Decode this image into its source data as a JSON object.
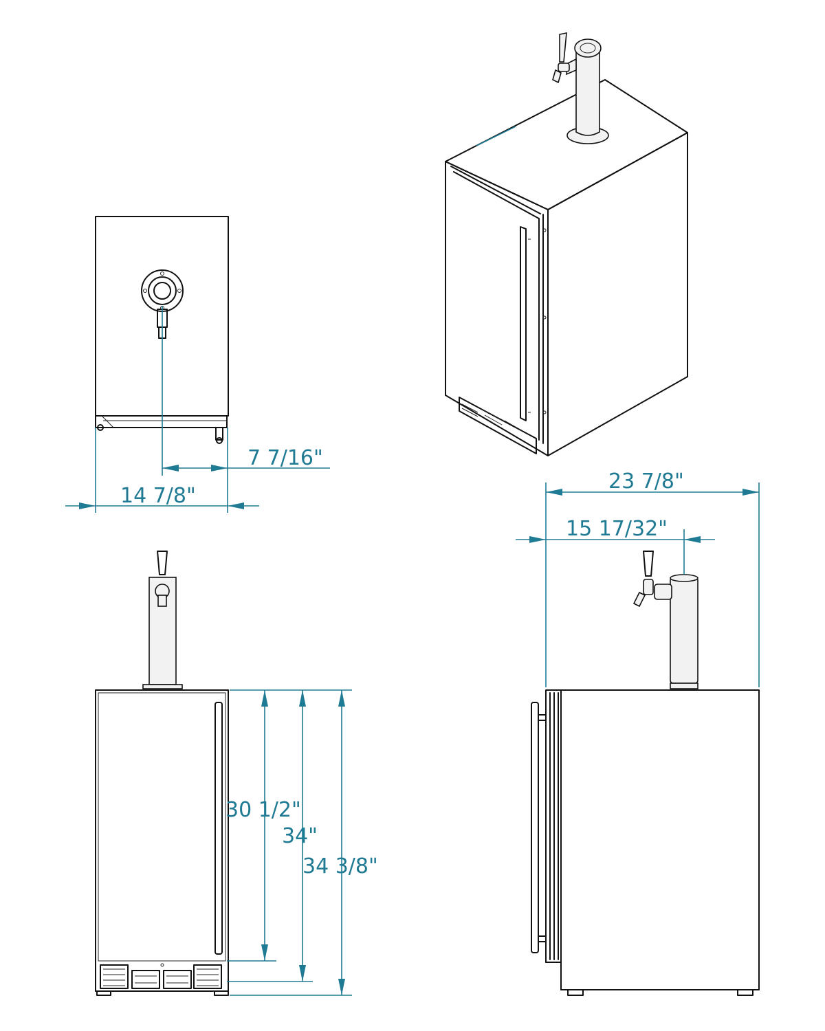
{
  "dimensions": {
    "top_depth_offset": "7 7/16\"",
    "top_width": "14 7/8\"",
    "side_overall_depth": "23 7/8\"",
    "side_tower_offset": "15 17/32\"",
    "front_door_height": "30 1/2\"",
    "front_cabinet_height": "34\"",
    "front_overall_height": "34 3/8\""
  },
  "colors": {
    "dimension": "#1f7a93",
    "outline": "#111111",
    "background": "#ffffff"
  }
}
